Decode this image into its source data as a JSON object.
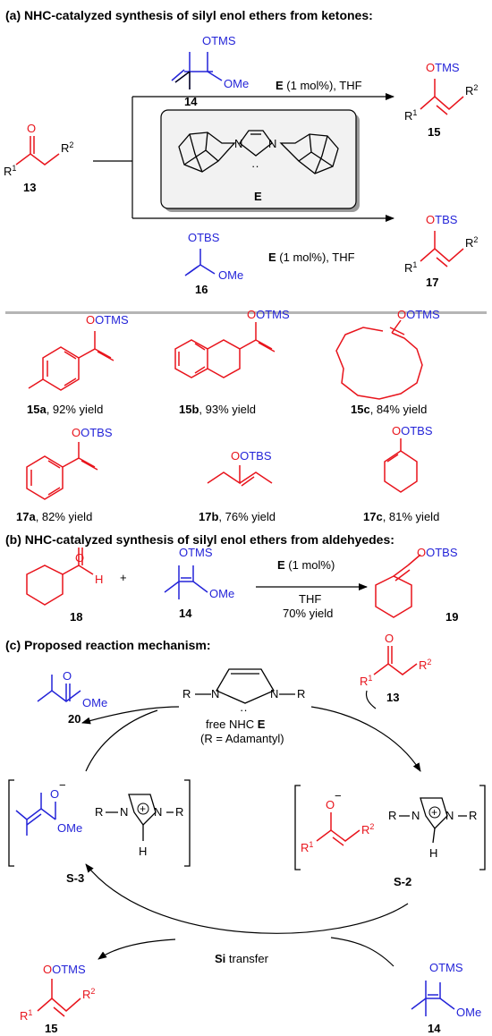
{
  "section_a": {
    "title": "(a) NHC-catalyzed synthesis of silyl enol ethers from ketones:",
    "reagent_top": {
      "label": "14",
      "otms": "OTMS",
      "ome": "OMe"
    },
    "cond_top": {
      "cat": "E",
      "rest": " (1 mol%), THF"
    },
    "reagent_bottom": {
      "label": "16",
      "otbs": "OTBS",
      "ome": "OMe"
    },
    "cond_bottom": {
      "cat": "E",
      "rest": " (1 mol%), THF"
    },
    "ketone": {
      "label": "13",
      "o": "O",
      "r1": "R",
      "r1sup": "1",
      "r2": "R",
      "r2sup": "2"
    },
    "catalyst_label": "E",
    "product_top": {
      "label": "15",
      "silyl": "OTMS",
      "r1": "R",
      "r1sup": "1",
      "r2": "R",
      "r2sup": "2"
    },
    "product_bottom": {
      "label": "17",
      "silyl": "OTBS",
      "r1": "R",
      "r1sup": "1",
      "r2": "R",
      "r2sup": "2"
    }
  },
  "products": [
    {
      "id": "15a",
      "yield": ", 92% yield",
      "silyl": "OTMS"
    },
    {
      "id": "15b",
      "yield": ", 93% yield",
      "silyl": "OTMS"
    },
    {
      "id": "15c",
      "yield": ", 84% yield",
      "silyl": "OTMS"
    },
    {
      "id": "17a",
      "yield": ", 82% yield",
      "silyl": "OTBS"
    },
    {
      "id": "17b",
      "yield": ", 76% yield",
      "silyl": "OTBS"
    },
    {
      "id": "17c",
      "yield": ", 81% yield",
      "silyl": "OTBS"
    }
  ],
  "section_b": {
    "title": "(b) NHC-catalyzed synthesis of silyl enol ethers from aldehyedes:",
    "aldehyde": {
      "label": "18",
      "o": "O",
      "h": "H"
    },
    "plus": "+",
    "reagent": {
      "label": "14",
      "otms": "OTMS",
      "ome": "OMe"
    },
    "cond_above": {
      "cat": "E",
      "rest": " (1 mol%)"
    },
    "cond_below1": "THF",
    "cond_below2": "70% yield",
    "product": {
      "label": "19",
      "silyl": "OTBS"
    }
  },
  "section_c": {
    "title": "(c) Proposed reaction mechanism:",
    "ester": {
      "label": "20",
      "o": "O",
      "ome": "OMe"
    },
    "nhc": {
      "r": "R",
      "n": "N",
      "caption1": "free NHC ",
      "caption1_bold": "E",
      "caption2": "(R = Adamantyl)"
    },
    "ketone": {
      "label": "13",
      "o": "O",
      "r1": "R",
      "r1sup": "1",
      "r2": "R",
      "r2sup": "2"
    },
    "s3": {
      "label": "S-3",
      "o": "O",
      "ome": "OMe",
      "r": "R",
      "n": "N",
      "h": "H"
    },
    "s2": {
      "label": "S-2",
      "o": "O",
      "r1": "R",
      "r1sup": "1",
      "r2": "R",
      "r2sup": "2",
      "r": "R",
      "n": "N",
      "h": "H"
    },
    "product": {
      "label": "15",
      "silyl": "OTMS",
      "r1": "R",
      "r1sup": "1",
      "r2": "R",
      "r2sup": "2"
    },
    "silane": {
      "label": "14",
      "otms": "OTMS",
      "ome": "OMe"
    },
    "transfer": {
      "bold": "Si",
      "rest": " transfer"
    }
  }
}
